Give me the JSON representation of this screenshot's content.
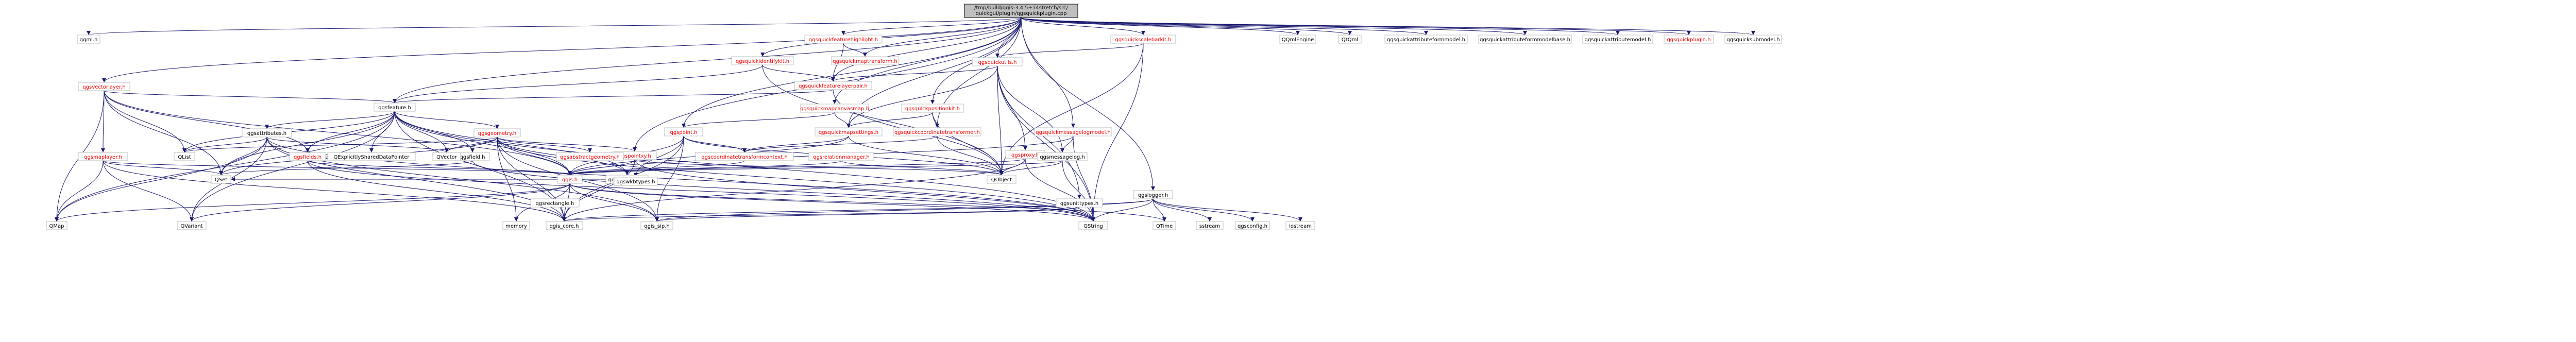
{
  "diagram": {
    "colors": {
      "background": "#ffffff",
      "edge": "#191970",
      "root_fill": "#bfbfbf",
      "node_border": "#bfbfbf",
      "incomplete_text": "#ff0000",
      "text": "#000000"
    },
    "nodes": [
      {
        "id": "root",
        "label": "/tmp/build/qgis-3.4.5+14stretch/src/quickgui/plugin/qgsquickplugin.cpp",
        "kind": "root"
      },
      {
        "id": "qgsvectorlayer",
        "label": "qgsvectorlayer.h",
        "kind": "red"
      },
      {
        "id": "qgsfeature",
        "label": "qgsfeature.h",
        "kind": "normal"
      },
      {
        "id": "qgsattributes",
        "label": "qgsattributes.h",
        "kind": "normal"
      },
      {
        "id": "qgsmaplayer",
        "label": "qgsmaplayer.h",
        "kind": "red"
      },
      {
        "id": "qgsfields",
        "label": "qgsfields.h",
        "kind": "red"
      },
      {
        "id": "qgsfield",
        "label": "qgsfield.h",
        "kind": "normal"
      },
      {
        "id": "qgsgeometry",
        "label": "qgsgeometry.h",
        "kind": "red"
      },
      {
        "id": "qgspoint",
        "label": "qgspoint.h",
        "kind": "red"
      },
      {
        "id": "qgspointxy",
        "label": "qgspointxy.h",
        "kind": "red"
      },
      {
        "id": "qgis",
        "label": "qgis.h",
        "kind": "red"
      },
      {
        "id": "qgsfeatureid",
        "label": "qgsfeatureid.h",
        "kind": "normal"
      },
      {
        "id": "qgsabstractgeometry",
        "label": "qgsabstractgeometry.h",
        "kind": "red"
      },
      {
        "id": "qgswkbtypes",
        "label": "qgswkbtypes.h",
        "kind": "normal"
      },
      {
        "id": "qgsrectangle",
        "label": "qgsrectangle.h",
        "kind": "normal"
      },
      {
        "id": "qgsquickfeaturehighlight",
        "label": "qgsquickfeaturehighlight.h",
        "kind": "red"
      },
      {
        "id": "qgsquickidentifykit",
        "label": "qgsquickidentifykit.h",
        "kind": "red"
      },
      {
        "id": "qgsquickfeaturelayerpair",
        "label": "qgsquickfeaturelayerpair.h",
        "kind": "red"
      },
      {
        "id": "qgsquickmaptransform",
        "label": "qgsquickmaptransform.h",
        "kind": "red"
      },
      {
        "id": "qgsquickmapcanvasmap",
        "label": "qgsquickmapcanvasmap.h",
        "kind": "red"
      },
      {
        "id": "qgsquickmapsettings",
        "label": "qgsquickmapsettings.h",
        "kind": "red"
      },
      {
        "id": "qgsquickpositionkit",
        "label": "qgsquickpositionkit.h",
        "kind": "red"
      },
      {
        "id": "qgsquickcoordinatetransformer",
        "label": "qgsquickcoordinatetransformer.h",
        "kind": "red"
      },
      {
        "id": "qgsquickmessagelogmodel",
        "label": "qgsquickmessagelogmodel.h",
        "kind": "red"
      },
      {
        "id": "qgsquickutils",
        "label": "qgsquickutils.h",
        "kind": "red"
      },
      {
        "id": "qgsquickscalebarkit",
        "label": "qgsquickscalebarkit.h",
        "kind": "red"
      },
      {
        "id": "qgscoordinatetransformcontext",
        "label": "qgscoordinatetransformcontext.h",
        "kind": "red"
      },
      {
        "id": "qgsrelationmanager",
        "label": "qgsrelationmanager.h",
        "kind": "red"
      },
      {
        "id": "qgsproxy",
        "label": "qgsproxy.h",
        "kind": "red"
      },
      {
        "id": "qgsmessagelog",
        "label": "qgsmessagelog.h",
        "kind": "normal"
      },
      {
        "id": "qgslogger",
        "label": "qgslogger.h",
        "kind": "normal"
      },
      {
        "id": "qgsunittypes",
        "label": "qgsunittypes.h",
        "kind": "normal"
      },
      {
        "id": "qgis_core",
        "label": "qgis_core.h",
        "kind": "normal"
      },
      {
        "id": "qgis_sip",
        "label": "qgis_sip.h",
        "kind": "normal"
      },
      {
        "id": "qgsconfig",
        "label": "qgsconfig.h",
        "kind": "normal"
      },
      {
        "id": "qgsquickplugin",
        "label": "qgsquickplugin.h",
        "kind": "red"
      },
      {
        "id": "qgsquickattributeformmodel",
        "label": "qgsquickattributeformmodel.h",
        "kind": "normal"
      },
      {
        "id": "qgsquickattributeformmodelbase",
        "label": "qgsquickattributeformmodelbase.h",
        "kind": "normal"
      },
      {
        "id": "qgsquickattributemodel",
        "label": "qgsquickattributemodel.h",
        "kind": "normal"
      },
      {
        "id": "qgsquicksubmodel",
        "label": "qgsquicksubmodel.h",
        "kind": "normal"
      },
      {
        "id": "qgml",
        "label": "qgml.h",
        "kind": "normal"
      },
      {
        "id": "QQmlEngine",
        "label": "QQmlEngine",
        "kind": "normal"
      },
      {
        "id": "QtQml",
        "label": "QtQml",
        "kind": "normal"
      },
      {
        "id": "QList",
        "label": "QList",
        "kind": "normal"
      },
      {
        "id": "QVector",
        "label": "QVector",
        "kind": "normal"
      },
      {
        "id": "QExplicitlySharedDataPointer",
        "label": "QExplicitlySharedDataPointer",
        "kind": "normal"
      },
      {
        "id": "QSet",
        "label": "QSet",
        "kind": "normal"
      },
      {
        "id": "QMap",
        "label": "QMap",
        "kind": "normal"
      },
      {
        "id": "QVariant",
        "label": "QVariant",
        "kind": "normal"
      },
      {
        "id": "memory",
        "label": "memory",
        "kind": "normal"
      },
      {
        "id": "QObject",
        "label": "QObject",
        "kind": "normal"
      },
      {
        "id": "QString",
        "label": "QString",
        "kind": "normal"
      },
      {
        "id": "QTime",
        "label": "QTime",
        "kind": "normal"
      },
      {
        "id": "sstream",
        "label": "sstream",
        "kind": "normal"
      },
      {
        "id": "iostream",
        "label": "iostream",
        "kind": "normal"
      }
    ],
    "edges": [
      [
        "root",
        "qgml"
      ],
      [
        "root",
        "qgsvectorlayer"
      ],
      [
        "root",
        "qgsfeature"
      ],
      [
        "root",
        "qgspoint"
      ],
      [
        "root",
        "qgsquickfeaturehighlight"
      ],
      [
        "root",
        "qgsquickidentifykit"
      ],
      [
        "root",
        "qgsquickfeaturelayerpair"
      ],
      [
        "root",
        "qgsquickmaptransform"
      ],
      [
        "root",
        "qgsquickmapcanvasmap"
      ],
      [
        "root",
        "qgsquickmapsettings"
      ],
      [
        "root",
        "qgsquickpositionkit"
      ],
      [
        "root",
        "qgsquickcoordinatetransformer"
      ],
      [
        "root",
        "qgsquickmessagelogmodel"
      ],
      [
        "root",
        "qgsquickutils"
      ],
      [
        "root",
        "qgsquickscalebarkit"
      ],
      [
        "root",
        "QQmlEngine"
      ],
      [
        "root",
        "QtQml"
      ],
      [
        "root",
        "qgsquickattributeformmodel"
      ],
      [
        "root",
        "qgsquickattributeformmodelbase"
      ],
      [
        "root",
        "qgsquickattributemodel"
      ],
      [
        "root",
        "qgsquickplugin"
      ],
      [
        "root",
        "qgsquicksubmodel"
      ],
      [
        "root",
        "qgslogger"
      ],
      [
        "root",
        "qgspointxy"
      ],
      [
        "qgsvectorlayer",
        "qgsfeature"
      ],
      [
        "qgsvectorlayer",
        "qgsmaplayer"
      ],
      [
        "qgsvectorlayer",
        "QList"
      ],
      [
        "qgsvectorlayer",
        "QMap"
      ],
      [
        "qgsvectorlayer",
        "QSet"
      ],
      [
        "qgsvectorlayer",
        "qgis"
      ],
      [
        "qgsvectorlayer",
        "qgsfields"
      ],
      [
        "qgsfeature",
        "qgsattributes"
      ],
      [
        "qgsfeature",
        "qgsfields"
      ],
      [
        "qgsfeature",
        "qgsfield"
      ],
      [
        "qgsfeature",
        "qgsgeometry"
      ],
      [
        "qgsfeature",
        "QExplicitlySharedDataPointer"
      ],
      [
        "qgsfeature",
        "QList"
      ],
      [
        "qgsfeature",
        "QVector"
      ],
      [
        "qgsfeature",
        "QSet"
      ],
      [
        "qgsfeature",
        "QMap"
      ],
      [
        "qgsfeature",
        "QVariant"
      ],
      [
        "qgsfeature",
        "qgis_core"
      ],
      [
        "qgsfeature",
        "qgsfeatureid"
      ],
      [
        "qgsfeature",
        "QString"
      ],
      [
        "qgsfeature",
        "qgis"
      ],
      [
        "qgsattributes",
        "QMap"
      ],
      [
        "qgsattributes",
        "QString"
      ],
      [
        "qgsattributes",
        "QVariant"
      ],
      [
        "qgsattributes",
        "QList"
      ],
      [
        "qgsattributes",
        "QVector"
      ],
      [
        "qgsattributes",
        "QSet"
      ],
      [
        "qgsattributes",
        "qgis_core"
      ],
      [
        "qgsattributes",
        "qgis_sip"
      ],
      [
        "qgsmaplayer",
        "qgis"
      ],
      [
        "qgsmaplayer",
        "QMap"
      ],
      [
        "qgsmaplayer",
        "QVariant"
      ],
      [
        "qgsmaplayer",
        "qgis_core"
      ],
      [
        "qgsmaplayer",
        "QSet"
      ],
      [
        "qgsfields",
        "qgis"
      ],
      [
        "qgsfields",
        "qgis_core"
      ],
      [
        "qgsfields",
        "QString"
      ],
      [
        "qgsfield",
        "QString"
      ],
      [
        "qgsfield",
        "QSet"
      ],
      [
        "qgsgeometry",
        "qgsabstractgeometry"
      ],
      [
        "qgsgeometry",
        "qgspointxy"
      ],
      [
        "qgsgeometry",
        "QVector"
      ],
      [
        "qgsgeometry",
        "QString"
      ],
      [
        "qgsgeometry",
        "QSet"
      ],
      [
        "qgsgeometry",
        "memory"
      ],
      [
        "qgsgeometry",
        "qgis_core"
      ],
      [
        "qgsgeometry",
        "qgis_sip"
      ],
      [
        "qgsgeometry",
        "qgis"
      ],
      [
        "qgsgeometry",
        "qgsfeatureid"
      ],
      [
        "qgsgeometry",
        "QList"
      ],
      [
        "qgspoint",
        "qgswkbtypes"
      ],
      [
        "qgspoint",
        "qgis_core"
      ],
      [
        "qgspoint",
        "qgis_sip"
      ],
      [
        "qgspoint",
        "qgis"
      ],
      [
        "qgspoint",
        "QObject"
      ],
      [
        "qgspoint",
        "qgscoordinatetransformcontext"
      ],
      [
        "qgspointxy",
        "qgis"
      ],
      [
        "qgspointxy",
        "QObject"
      ],
      [
        "qgspointxy",
        "QString"
      ],
      [
        "qgspointxy",
        "qgis_core"
      ],
      [
        "qgis",
        "qgis_core"
      ],
      [
        "qgis",
        "qgis_sip"
      ],
      [
        "qgis",
        "QVariant"
      ],
      [
        "qgis",
        "memory"
      ],
      [
        "qgis",
        "QMap"
      ],
      [
        "qgis",
        "QString"
      ],
      [
        "qgis",
        "QTime"
      ],
      [
        "qgsfeatureid",
        "QSet"
      ],
      [
        "qgsquickfeaturehighlight",
        "qgsquickmaptransform"
      ],
      [
        "qgsquickfeaturehighlight",
        "qgsquickfeaturelayerpair"
      ],
      [
        "qgsquickidentifykit",
        "qgsquickfeaturelayerpair"
      ],
      [
        "qgsquickidentifykit",
        "qgsfeature"
      ],
      [
        "qgsquickidentifykit",
        "QObject"
      ],
      [
        "qgsquickfeaturelayerpair",
        "qgsfeature"
      ],
      [
        "qgsquickfeaturelayerpair",
        "QObject"
      ],
      [
        "qgsquickmapcanvasmap",
        "qgsquickmapsettings"
      ],
      [
        "qgsquickmapcanvasmap",
        "qgspoint"
      ],
      [
        "qgsquickmapsettings",
        "qgscoordinatetransformcontext"
      ],
      [
        "qgsquickmapsettings",
        "QObject"
      ],
      [
        "qgsquickmapsettings",
        "qgis"
      ],
      [
        "qgsquickpositionkit",
        "qgsquickcoordinatetransformer"
      ],
      [
        "qgsquickpositionkit",
        "qgsquickmapsettings"
      ],
      [
        "qgsquickpositionkit",
        "QObject"
      ],
      [
        "qgsquickcoordinatetransformer",
        "qgscoordinatetransformcontext"
      ],
      [
        "qgsquickcoordinatetransformer",
        "QObject"
      ],
      [
        "qgsquickmessagelogmodel",
        "qgsmessagelog"
      ],
      [
        "qgsquickmessagelogmodel",
        "QString"
      ],
      [
        "qgsquickmessagelogmodel",
        "qgis"
      ],
      [
        "qgsquickutils",
        "qgsquickfeaturelayerpair"
      ],
      [
        "qgsquickutils",
        "qgsquickmapsettings"
      ],
      [
        "qgsquickutils",
        "qgsmessagelog"
      ],
      [
        "qgsquickutils",
        "qgsproxy"
      ],
      [
        "qgsquickutils",
        "QObject"
      ],
      [
        "qgsquickutils",
        "QString"
      ],
      [
        "qgsquickutils",
        "qgsunittypes"
      ],
      [
        "qgsquickscalebarkit",
        "qgsquickutils"
      ],
      [
        "qgsquickscalebarkit",
        "QString"
      ],
      [
        "qgsquickscalebarkit",
        "QObject"
      ],
      [
        "qgscoordinatetransformcontext",
        "qgis"
      ],
      [
        "qgsrelationmanager",
        "QObject"
      ],
      [
        "qgsrelationmanager",
        "qgis"
      ],
      [
        "qgsproxy",
        "QObject"
      ],
      [
        "qgsproxy",
        "qgis"
      ],
      [
        "qgsproxy",
        "QString"
      ],
      [
        "qgsproxy",
        "qgis_core"
      ],
      [
        "qgsmessagelog",
        "qgis"
      ],
      [
        "qgsmessagelog",
        "QString"
      ],
      [
        "qgsmessagelog",
        "QObject"
      ],
      [
        "qgslogger",
        "iostream"
      ],
      [
        "qgslogger",
        "sstream"
      ],
      [
        "qgslogger",
        "qgsconfig"
      ],
      [
        "qgslogger",
        "QString"
      ],
      [
        "qgslogger",
        "QTime"
      ],
      [
        "qgslogger",
        "qgis_core"
      ],
      [
        "qgslogger",
        "qgis_sip"
      ],
      [
        "qgsunittypes",
        "qgis_core"
      ],
      [
        "qgsunittypes",
        "qgis_sip"
      ]
    ]
  }
}
